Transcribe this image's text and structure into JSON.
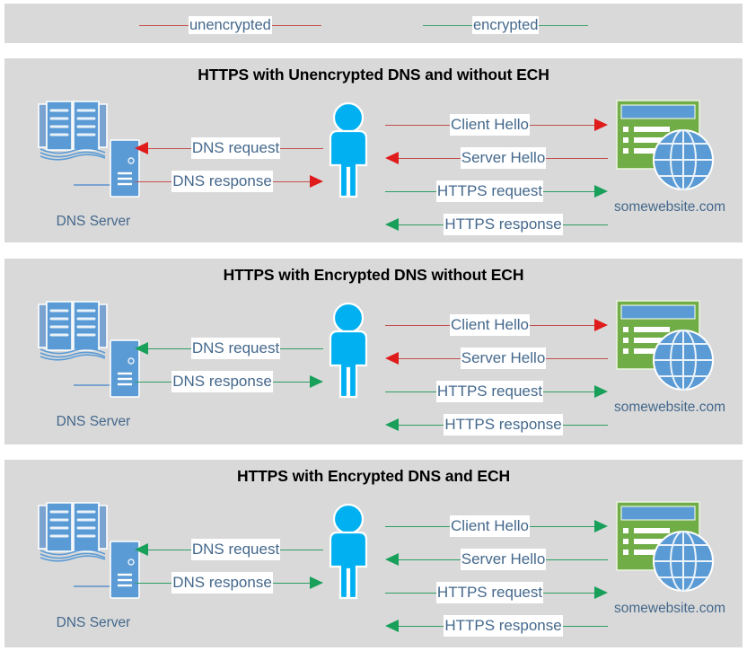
{
  "legend": {
    "items": [
      {
        "label": "unencrypted",
        "color": "#c0504d",
        "name": "legend-unencrypted"
      },
      {
        "label": "encrypted",
        "color": "#3fa36b",
        "name": "legend-encrypted"
      }
    ]
  },
  "colors": {
    "band_background": "#d9d9d9",
    "page_background": "#ffffff",
    "unencrypted_line": "#c0504d",
    "unencrypted_arrow": "#e01b1b",
    "encrypted_line": "#2e9e62",
    "encrypted_arrow": "#18a05a",
    "text_blue": "#44688c",
    "title_black": "#000000",
    "person_blue": "#00b0f0",
    "server_blue": "#5b9bd5",
    "website_green": "#70ad47",
    "globe_blue": "#5b9bd5"
  },
  "labels": {
    "dns_server": "DNS Server",
    "website": "somewebsite.com"
  },
  "panels": [
    {
      "id": "panel-1",
      "title": "HTTPS with Unencrypted DNS and without ECH",
      "dns_flows": [
        {
          "text": "DNS request",
          "direction": "left",
          "encrypted": false
        },
        {
          "text": "DNS response",
          "direction": "right",
          "encrypted": false
        }
      ],
      "web_flows": [
        {
          "text": "Client Hello",
          "direction": "right",
          "encrypted": false
        },
        {
          "text": "Server Hello",
          "direction": "left",
          "encrypted": false
        },
        {
          "text": "HTTPS request",
          "direction": "right",
          "encrypted": true
        },
        {
          "text": "HTTPS response",
          "direction": "left",
          "encrypted": true
        }
      ]
    },
    {
      "id": "panel-2",
      "title": "HTTPS with Encrypted DNS without ECH",
      "dns_flows": [
        {
          "text": "DNS request",
          "direction": "left",
          "encrypted": true
        },
        {
          "text": "DNS response",
          "direction": "right",
          "encrypted": true
        }
      ],
      "web_flows": [
        {
          "text": "Client Hello",
          "direction": "right",
          "encrypted": false
        },
        {
          "text": "Server Hello",
          "direction": "left",
          "encrypted": false
        },
        {
          "text": "HTTPS request",
          "direction": "right",
          "encrypted": true
        },
        {
          "text": "HTTPS response",
          "direction": "left",
          "encrypted": true
        }
      ]
    },
    {
      "id": "panel-3",
      "title": "HTTPS with Encrypted DNS and ECH",
      "dns_flows": [
        {
          "text": "DNS request",
          "direction": "left",
          "encrypted": true
        },
        {
          "text": "DNS response",
          "direction": "right",
          "encrypted": true
        }
      ],
      "web_flows": [
        {
          "text": "Client Hello",
          "direction": "right",
          "encrypted": true
        },
        {
          "text": "Server Hello",
          "direction": "left",
          "encrypted": true
        },
        {
          "text": "HTTPS request",
          "direction": "right",
          "encrypted": true
        },
        {
          "text": "HTTPS response",
          "direction": "left",
          "encrypted": true
        }
      ]
    }
  ],
  "icons": {
    "book": "book-icon",
    "server": "server-icon",
    "person": "person-icon",
    "website": "website-window-icon",
    "globe": "globe-icon"
  }
}
